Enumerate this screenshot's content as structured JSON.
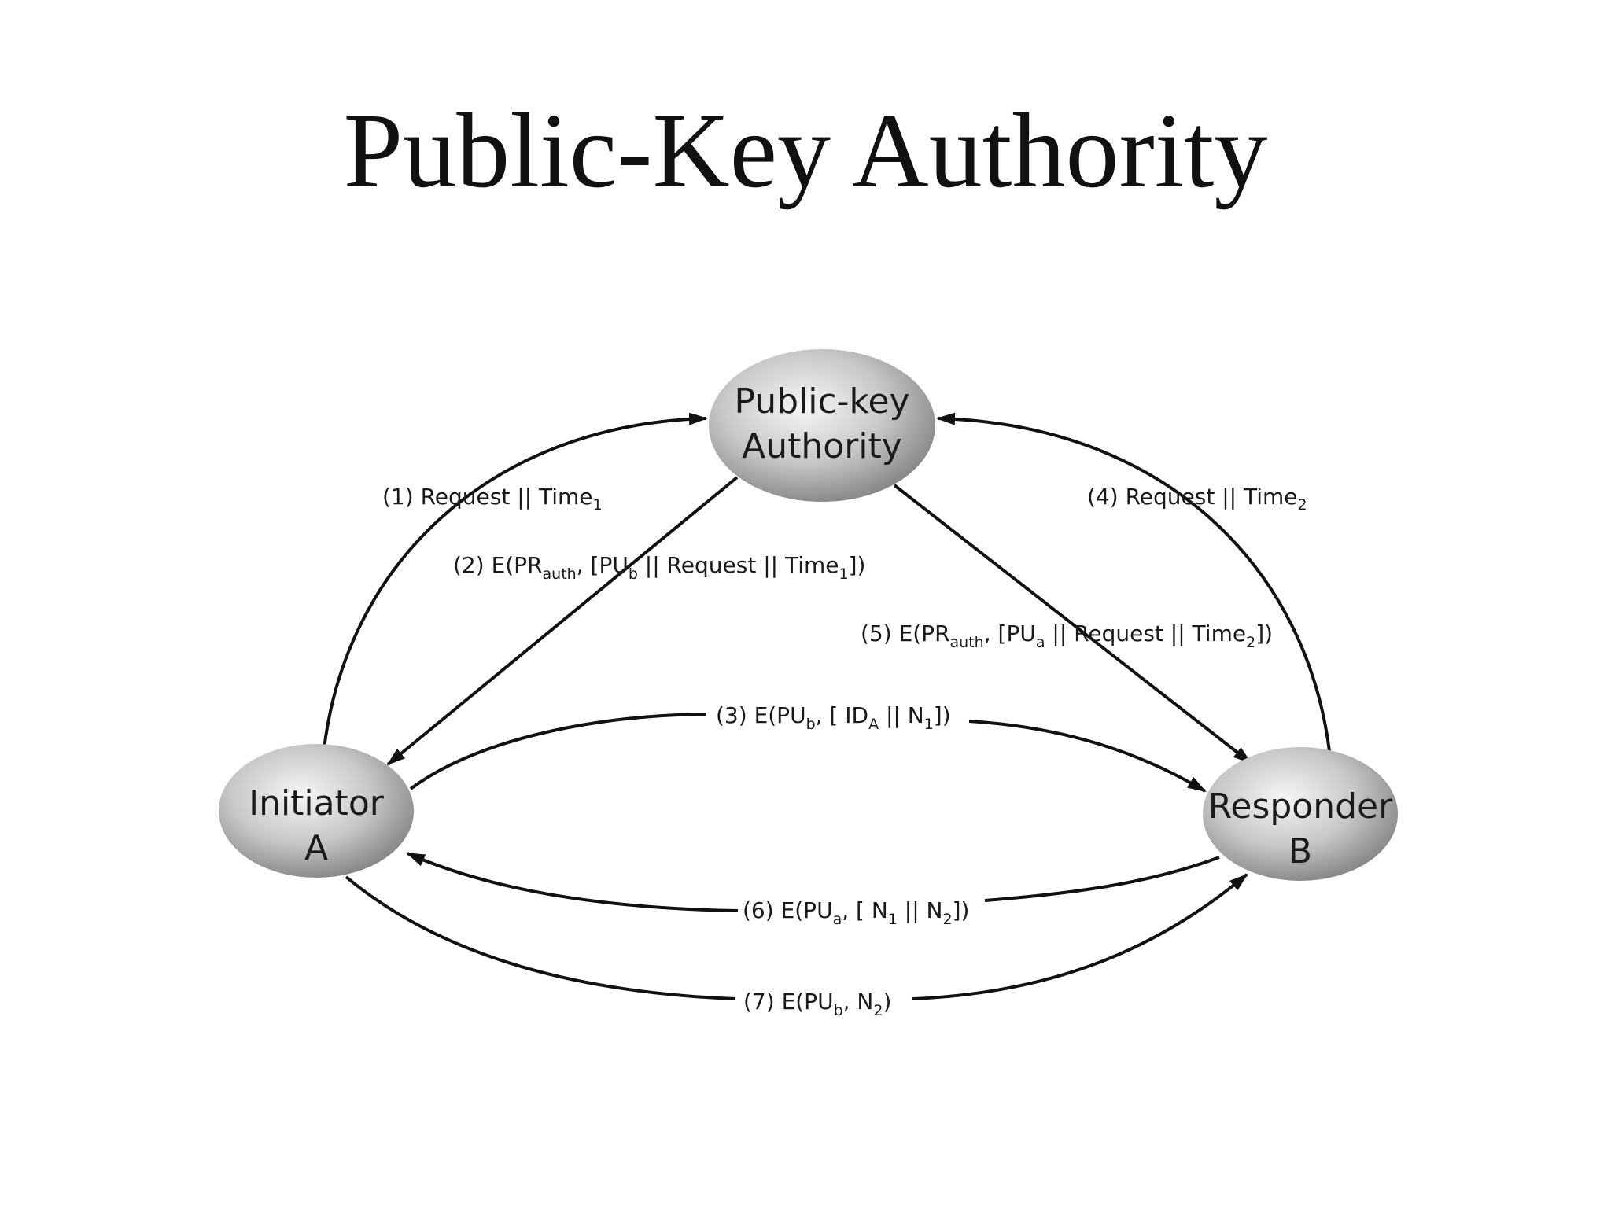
{
  "title": "Public-Key Authority",
  "nodes": {
    "authority": {
      "line1": "Public-key",
      "line2": "Authority"
    },
    "initiator": {
      "line1": "Initiator",
      "line2": "A"
    },
    "responder": {
      "line1": "Responder",
      "line2": "B"
    }
  },
  "messages": {
    "m1": {
      "prefix": "(1)  Request || Time",
      "sub": "1"
    },
    "m2": {
      "p1": "(2) E(PR",
      "s1": "auth",
      "p2": ", [PU",
      "s2": "b",
      "p3": " || Request || Time",
      "s3": "1",
      "p4": "])"
    },
    "m3": {
      "p1": "(3) E(PU",
      "s1": "b",
      "p2": ", [ ID",
      "s2": "A",
      "p3": " || N",
      "s3": "1",
      "p4": "])"
    },
    "m4": {
      "prefix": "(4)  Request || Time",
      "sub": "2"
    },
    "m5": {
      "p1": "(5) E(PR",
      "s1": "auth",
      "p2": ", [PU",
      "s2": "a",
      "p3": " || Request || Time",
      "s3": "2",
      "p4": "])"
    },
    "m6": {
      "p1": "(6) E(PU",
      "s1": "a",
      "p2": ", [ N",
      "s2": "1",
      "p3": " || N",
      "s3": "2",
      "p4": "])"
    },
    "m7": {
      "p1": "(7) E(PU",
      "s1": "b",
      "p2": ", N",
      "s2": "2",
      "p3": ")"
    }
  },
  "colors": {
    "node_light": "#f4f4f4",
    "node_dark": "#8a8a8a",
    "arrow": "#111111"
  }
}
